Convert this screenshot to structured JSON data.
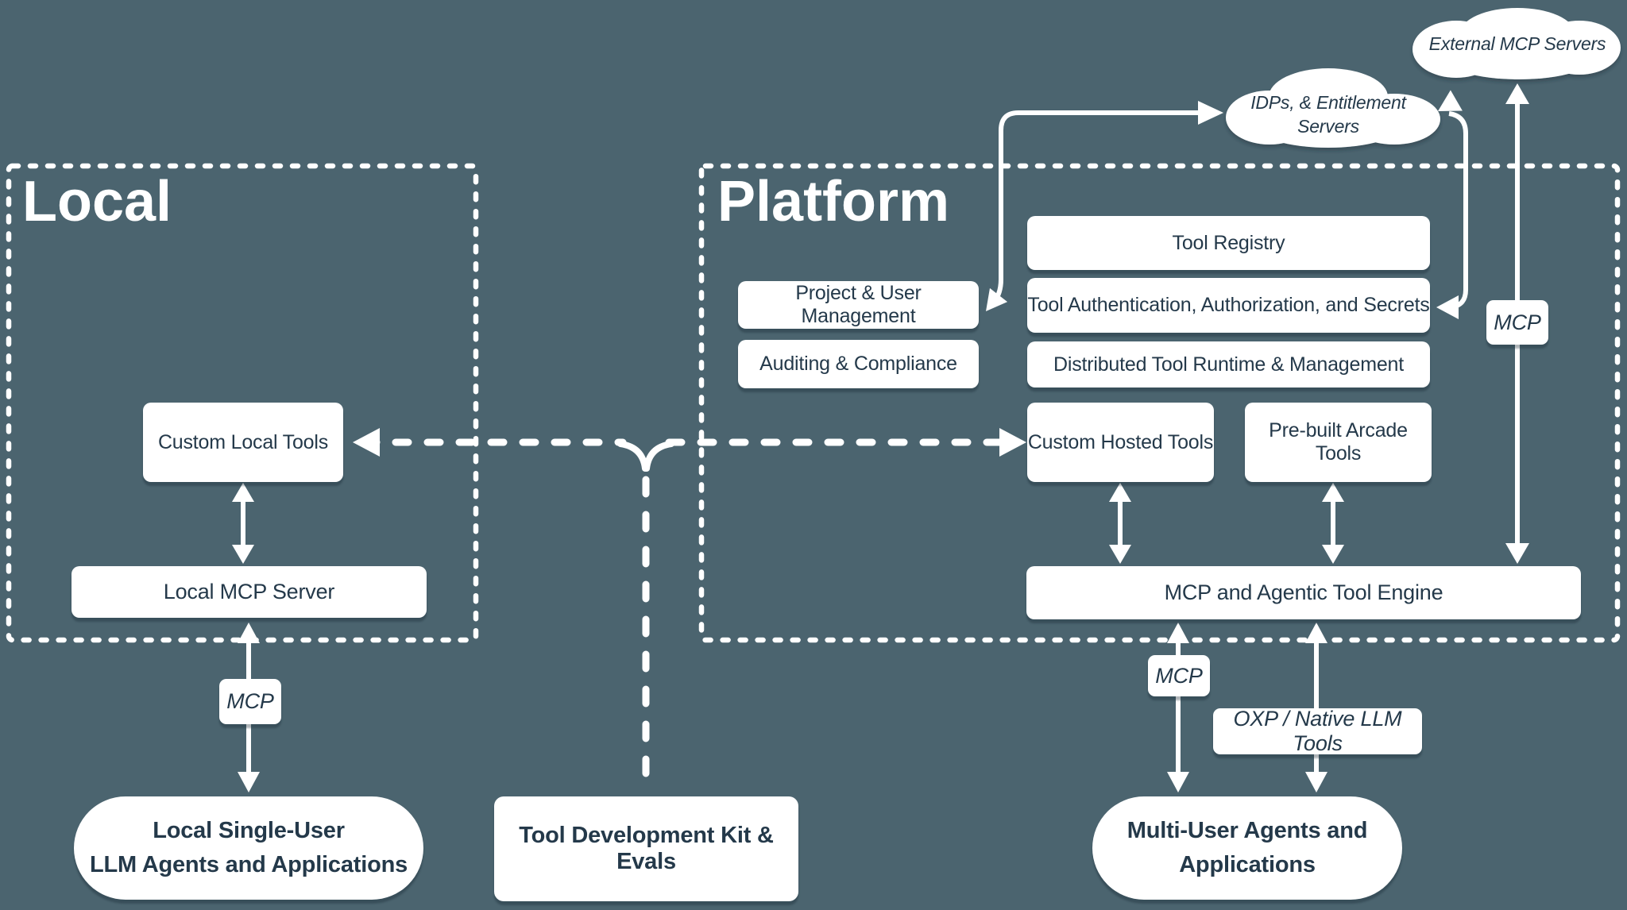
{
  "palette": {
    "background": "#4b646f",
    "ink": "#ffffff",
    "text": "#24394a"
  },
  "groups": {
    "local": {
      "title": "Local"
    },
    "platform": {
      "title": "Platform"
    }
  },
  "clouds": {
    "external": {
      "label": "External MCP Servers"
    },
    "idps": {
      "line1": "IDPs, & Entitlement",
      "line2": "Servers"
    }
  },
  "platform_boxes": {
    "tool_registry": {
      "label": "Tool Registry"
    },
    "project_user": {
      "label": "Project & User Management"
    },
    "tool_auth": {
      "label": "Tool Authentication, Authorization, and Secrets"
    },
    "auditing": {
      "label": "Auditing & Compliance"
    },
    "distributed": {
      "label": "Distributed Tool Runtime & Management"
    },
    "custom_hosted": {
      "label": "Custom Hosted Tools"
    },
    "prebuilt": {
      "label": "Pre-built Arcade Tools"
    },
    "engine": {
      "label": "MCP and Agentic Tool Engine"
    }
  },
  "local_boxes": {
    "custom_local": {
      "label": "Custom Local Tools"
    },
    "local_mcp": {
      "label": "Local MCP Server"
    }
  },
  "protocol_labels": {
    "mcp_local": "MCP",
    "mcp_multi": "MCP",
    "mcp_external": "MCP",
    "oxp": "OXP / Native LLM Tools"
  },
  "terminals": {
    "local_agents": {
      "line1": "Local Single-User",
      "line2": "LLM Agents and Applications"
    },
    "tdk": {
      "label": "Tool Development Kit & Evals"
    },
    "multi_agents": {
      "line1": "Multi-User Agents and",
      "line2": "Applications"
    }
  }
}
